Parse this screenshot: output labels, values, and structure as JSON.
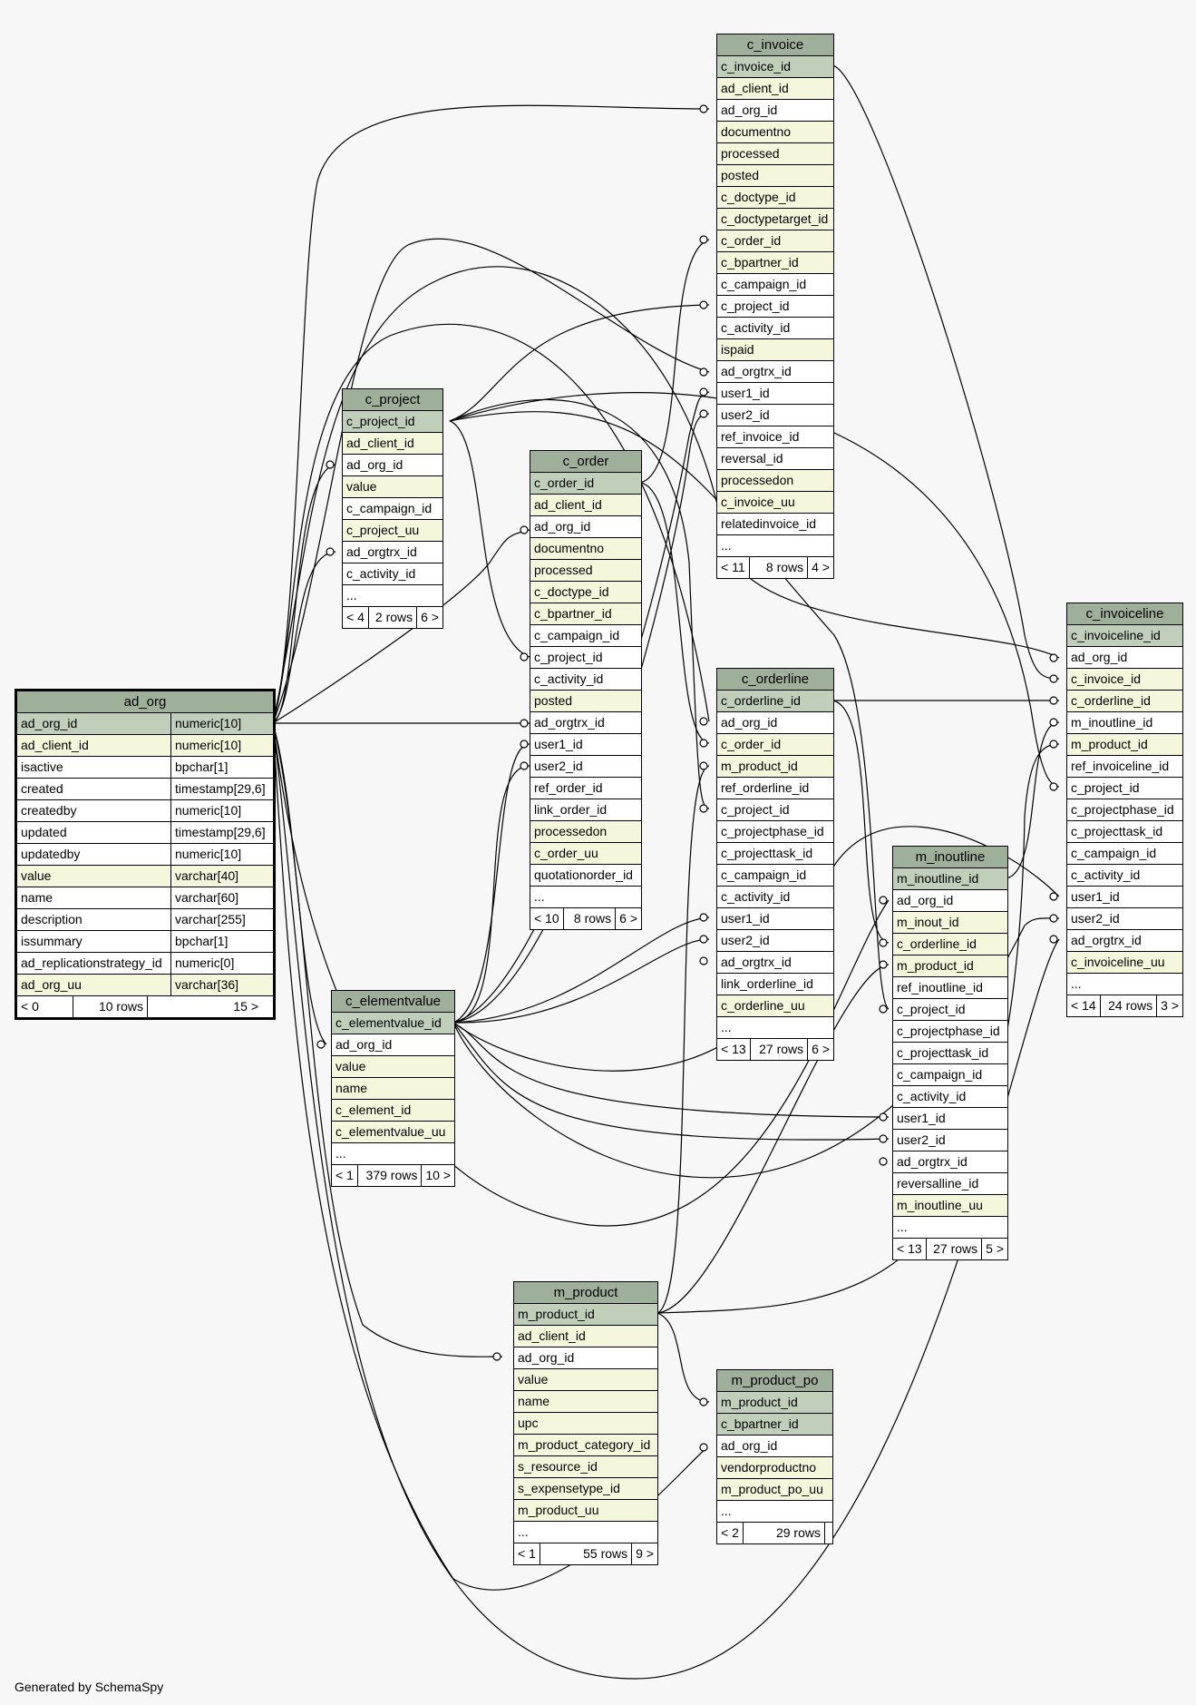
{
  "generated_by": "Generated by SchemaSpy",
  "tables": {
    "c_invoice": {
      "name": "c_invoice",
      "rows": [
        {
          "n": "c_invoice_id",
          "k": "pk"
        },
        {
          "n": "ad_client_id",
          "k": "idx"
        },
        {
          "n": "ad_org_id",
          "k": "plain"
        },
        {
          "n": "documentno",
          "k": "idx"
        },
        {
          "n": "processed",
          "k": "idx"
        },
        {
          "n": "posted",
          "k": "idx"
        },
        {
          "n": "c_doctype_id",
          "k": "idx"
        },
        {
          "n": "c_doctypetarget_id",
          "k": "idx"
        },
        {
          "n": "c_order_id",
          "k": "idx"
        },
        {
          "n": "c_bpartner_id",
          "k": "idx"
        },
        {
          "n": "c_campaign_id",
          "k": "plain"
        },
        {
          "n": "c_project_id",
          "k": "plain"
        },
        {
          "n": "c_activity_id",
          "k": "plain"
        },
        {
          "n": "ispaid",
          "k": "idx"
        },
        {
          "n": "ad_orgtrx_id",
          "k": "plain"
        },
        {
          "n": "user1_id",
          "k": "plain"
        },
        {
          "n": "user2_id",
          "k": "plain"
        },
        {
          "n": "ref_invoice_id",
          "k": "plain"
        },
        {
          "n": "reversal_id",
          "k": "plain"
        },
        {
          "n": "processedon",
          "k": "idx"
        },
        {
          "n": "c_invoice_uu",
          "k": "idx"
        },
        {
          "n": "relatedinvoice_id",
          "k": "plain"
        },
        {
          "n": "...",
          "k": "plain"
        }
      ],
      "footer": [
        "< 11",
        "8 rows",
        "4 >"
      ]
    },
    "c_invoiceline": {
      "name": "c_invoiceline",
      "rows": [
        {
          "n": "c_invoiceline_id",
          "k": "pk"
        },
        {
          "n": "ad_org_id",
          "k": "plain"
        },
        {
          "n": "c_invoice_id",
          "k": "idx"
        },
        {
          "n": "c_orderline_id",
          "k": "idx"
        },
        {
          "n": "m_inoutline_id",
          "k": "plain"
        },
        {
          "n": "m_product_id",
          "k": "idx"
        },
        {
          "n": "ref_invoiceline_id",
          "k": "plain"
        },
        {
          "n": "c_project_id",
          "k": "plain"
        },
        {
          "n": "c_projectphase_id",
          "k": "plain"
        },
        {
          "n": "c_projecttask_id",
          "k": "plain"
        },
        {
          "n": "c_campaign_id",
          "k": "plain"
        },
        {
          "n": "c_activity_id",
          "k": "plain"
        },
        {
          "n": "user1_id",
          "k": "plain"
        },
        {
          "n": "user2_id",
          "k": "plain"
        },
        {
          "n": "ad_orgtrx_id",
          "k": "plain"
        },
        {
          "n": "c_invoiceline_uu",
          "k": "idx"
        },
        {
          "n": "...",
          "k": "plain"
        }
      ],
      "footer": [
        "< 14",
        "24 rows",
        "3 >"
      ]
    },
    "c_project": {
      "name": "c_project",
      "rows": [
        {
          "n": "c_project_id",
          "k": "pk"
        },
        {
          "n": "ad_client_id",
          "k": "idx"
        },
        {
          "n": "ad_org_id",
          "k": "plain"
        },
        {
          "n": "value",
          "k": "idx"
        },
        {
          "n": "c_campaign_id",
          "k": "plain"
        },
        {
          "n": "c_project_uu",
          "k": "idx"
        },
        {
          "n": "ad_orgtrx_id",
          "k": "plain"
        },
        {
          "n": "c_activity_id",
          "k": "plain"
        },
        {
          "n": "...",
          "k": "plain"
        }
      ],
      "footer": [
        "< 4",
        "2 rows",
        "6 >"
      ]
    },
    "c_order": {
      "name": "c_order",
      "rows": [
        {
          "n": "c_order_id",
          "k": "pk"
        },
        {
          "n": "ad_client_id",
          "k": "idx"
        },
        {
          "n": "ad_org_id",
          "k": "plain"
        },
        {
          "n": "documentno",
          "k": "idx"
        },
        {
          "n": "processed",
          "k": "idx"
        },
        {
          "n": "c_doctype_id",
          "k": "idx"
        },
        {
          "n": "c_bpartner_id",
          "k": "idx"
        },
        {
          "n": "c_campaign_id",
          "k": "plain"
        },
        {
          "n": "c_project_id",
          "k": "plain"
        },
        {
          "n": "c_activity_id",
          "k": "plain"
        },
        {
          "n": "posted",
          "k": "idx"
        },
        {
          "n": "ad_orgtrx_id",
          "k": "plain"
        },
        {
          "n": "user1_id",
          "k": "plain"
        },
        {
          "n": "user2_id",
          "k": "plain"
        },
        {
          "n": "ref_order_id",
          "k": "plain"
        },
        {
          "n": "link_order_id",
          "k": "plain"
        },
        {
          "n": "processedon",
          "k": "idx"
        },
        {
          "n": "c_order_uu",
          "k": "idx"
        },
        {
          "n": "quotationorder_id",
          "k": "plain"
        },
        {
          "n": "...",
          "k": "plain"
        }
      ],
      "footer": [
        "< 10",
        "8 rows",
        "6 >"
      ]
    },
    "c_orderline": {
      "name": "c_orderline",
      "rows": [
        {
          "n": "c_orderline_id",
          "k": "pk"
        },
        {
          "n": "ad_org_id",
          "k": "plain"
        },
        {
          "n": "c_order_id",
          "k": "idx"
        },
        {
          "n": "m_product_id",
          "k": "idx"
        },
        {
          "n": "ref_orderline_id",
          "k": "plain"
        },
        {
          "n": "c_project_id",
          "k": "plain"
        },
        {
          "n": "c_projectphase_id",
          "k": "plain"
        },
        {
          "n": "c_projecttask_id",
          "k": "plain"
        },
        {
          "n": "c_campaign_id",
          "k": "plain"
        },
        {
          "n": "c_activity_id",
          "k": "plain"
        },
        {
          "n": "user1_id",
          "k": "plain"
        },
        {
          "n": "user2_id",
          "k": "plain"
        },
        {
          "n": "ad_orgtrx_id",
          "k": "plain"
        },
        {
          "n": "link_orderline_id",
          "k": "plain"
        },
        {
          "n": "c_orderline_uu",
          "k": "idx"
        },
        {
          "n": "...",
          "k": "plain"
        }
      ],
      "footer": [
        "< 13",
        "27 rows",
        "6 >"
      ]
    },
    "m_inoutline": {
      "name": "m_inoutline",
      "rows": [
        {
          "n": "m_inoutline_id",
          "k": "pk"
        },
        {
          "n": "ad_org_id",
          "k": "plain"
        },
        {
          "n": "m_inout_id",
          "k": "idx"
        },
        {
          "n": "c_orderline_id",
          "k": "idx"
        },
        {
          "n": "m_product_id",
          "k": "idx"
        },
        {
          "n": "ref_inoutline_id",
          "k": "plain"
        },
        {
          "n": "c_project_id",
          "k": "plain"
        },
        {
          "n": "c_projectphase_id",
          "k": "plain"
        },
        {
          "n": "c_projecttask_id",
          "k": "plain"
        },
        {
          "n": "c_campaign_id",
          "k": "plain"
        },
        {
          "n": "c_activity_id",
          "k": "plain"
        },
        {
          "n": "user1_id",
          "k": "plain"
        },
        {
          "n": "user2_id",
          "k": "plain"
        },
        {
          "n": "ad_orgtrx_id",
          "k": "plain"
        },
        {
          "n": "reversalline_id",
          "k": "plain"
        },
        {
          "n": "m_inoutline_uu",
          "k": "idx"
        },
        {
          "n": "...",
          "k": "plain"
        }
      ],
      "footer": [
        "< 13",
        "27 rows",
        "5 >"
      ]
    },
    "ad_org": {
      "name": "ad_org",
      "rows": [
        {
          "n": "ad_org_id",
          "t": "numeric[10]",
          "k": "pk"
        },
        {
          "n": "ad_client_id",
          "t": "numeric[10]",
          "k": "idx"
        },
        {
          "n": "isactive",
          "t": "bpchar[1]",
          "k": "plain"
        },
        {
          "n": "created",
          "t": "timestamp[29,6]",
          "k": "plain"
        },
        {
          "n": "createdby",
          "t": "numeric[10]",
          "k": "plain"
        },
        {
          "n": "updated",
          "t": "timestamp[29,6]",
          "k": "plain"
        },
        {
          "n": "updatedby",
          "t": "numeric[10]",
          "k": "plain"
        },
        {
          "n": "value",
          "t": "varchar[40]",
          "k": "idx"
        },
        {
          "n": "name",
          "t": "varchar[60]",
          "k": "plain"
        },
        {
          "n": "description",
          "t": "varchar[255]",
          "k": "plain"
        },
        {
          "n": "issummary",
          "t": "bpchar[1]",
          "k": "plain"
        },
        {
          "n": "ad_replicationstrategy_id",
          "t": "numeric[0]",
          "k": "plain"
        },
        {
          "n": "ad_org_uu",
          "t": "varchar[36]",
          "k": "idx"
        }
      ],
      "footer": [
        "< 0",
        "10 rows",
        "15 >"
      ]
    },
    "c_elementvalue": {
      "name": "c_elementvalue",
      "rows": [
        {
          "n": "c_elementvalue_id",
          "k": "pk"
        },
        {
          "n": "ad_org_id",
          "k": "plain"
        },
        {
          "n": "value",
          "k": "idx"
        },
        {
          "n": "name",
          "k": "idx"
        },
        {
          "n": "c_element_id",
          "k": "idx"
        },
        {
          "n": "c_elementvalue_uu",
          "k": "idx"
        },
        {
          "n": "...",
          "k": "plain"
        }
      ],
      "footer": [
        "< 1",
        "379 rows",
        "10 >"
      ]
    },
    "m_product": {
      "name": "m_product",
      "rows": [
        {
          "n": "m_product_id",
          "k": "pk"
        },
        {
          "n": "ad_client_id",
          "k": "idx"
        },
        {
          "n": "ad_org_id",
          "k": "plain"
        },
        {
          "n": "value",
          "k": "idx"
        },
        {
          "n": "name",
          "k": "idx"
        },
        {
          "n": "upc",
          "k": "idx"
        },
        {
          "n": "m_product_category_id",
          "k": "idx"
        },
        {
          "n": "s_resource_id",
          "k": "idx"
        },
        {
          "n": "s_expensetype_id",
          "k": "idx"
        },
        {
          "n": "m_product_uu",
          "k": "idx"
        },
        {
          "n": "...",
          "k": "plain"
        }
      ],
      "footer": [
        "< 1",
        "55 rows",
        "9 >"
      ]
    },
    "m_product_po": {
      "name": "m_product_po",
      "rows": [
        {
          "n": "m_product_id",
          "k": "pk"
        },
        {
          "n": "c_bpartner_id",
          "k": "pk"
        },
        {
          "n": "ad_org_id",
          "k": "plain"
        },
        {
          "n": "vendorproductno",
          "k": "idx"
        },
        {
          "n": "m_product_po_uu",
          "k": "idx"
        },
        {
          "n": "...",
          "k": "plain"
        }
      ],
      "footer": [
        "< 2",
        "29 rows",
        ""
      ]
    }
  }
}
